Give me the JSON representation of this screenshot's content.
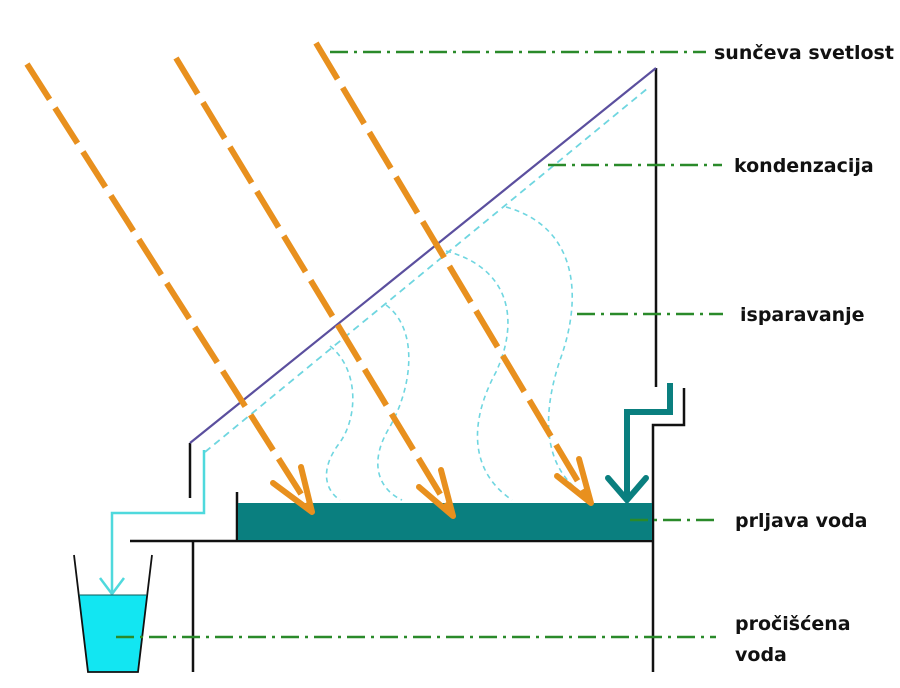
{
  "diagram": {
    "title": "Solar still (solarni destilator)",
    "labels": {
      "sunlight": "sunčeva svetlost",
      "condensation": "kondenzacija",
      "evaporation": "isparavanje",
      "dirty_water": "prljava voda",
      "purified_water_line1": "pročišćena",
      "purified_water_line2": "voda"
    },
    "colors": {
      "sun_ray": "#E8901E",
      "glass_cover": "#5B4F9E",
      "condensation_film": "#6FD6E0",
      "vapor": "#6FD6E0",
      "dirty_water": "#0A7F7F",
      "inlet_pipe": "#0A7F7F",
      "clean_water": "#12E6F2",
      "outlet_pipe": "#4FD9DD",
      "leader_line": "#2A8A2A",
      "structure": "#111111"
    },
    "counts": {
      "sun_rays": 3,
      "vapor_streams": 4
    }
  }
}
